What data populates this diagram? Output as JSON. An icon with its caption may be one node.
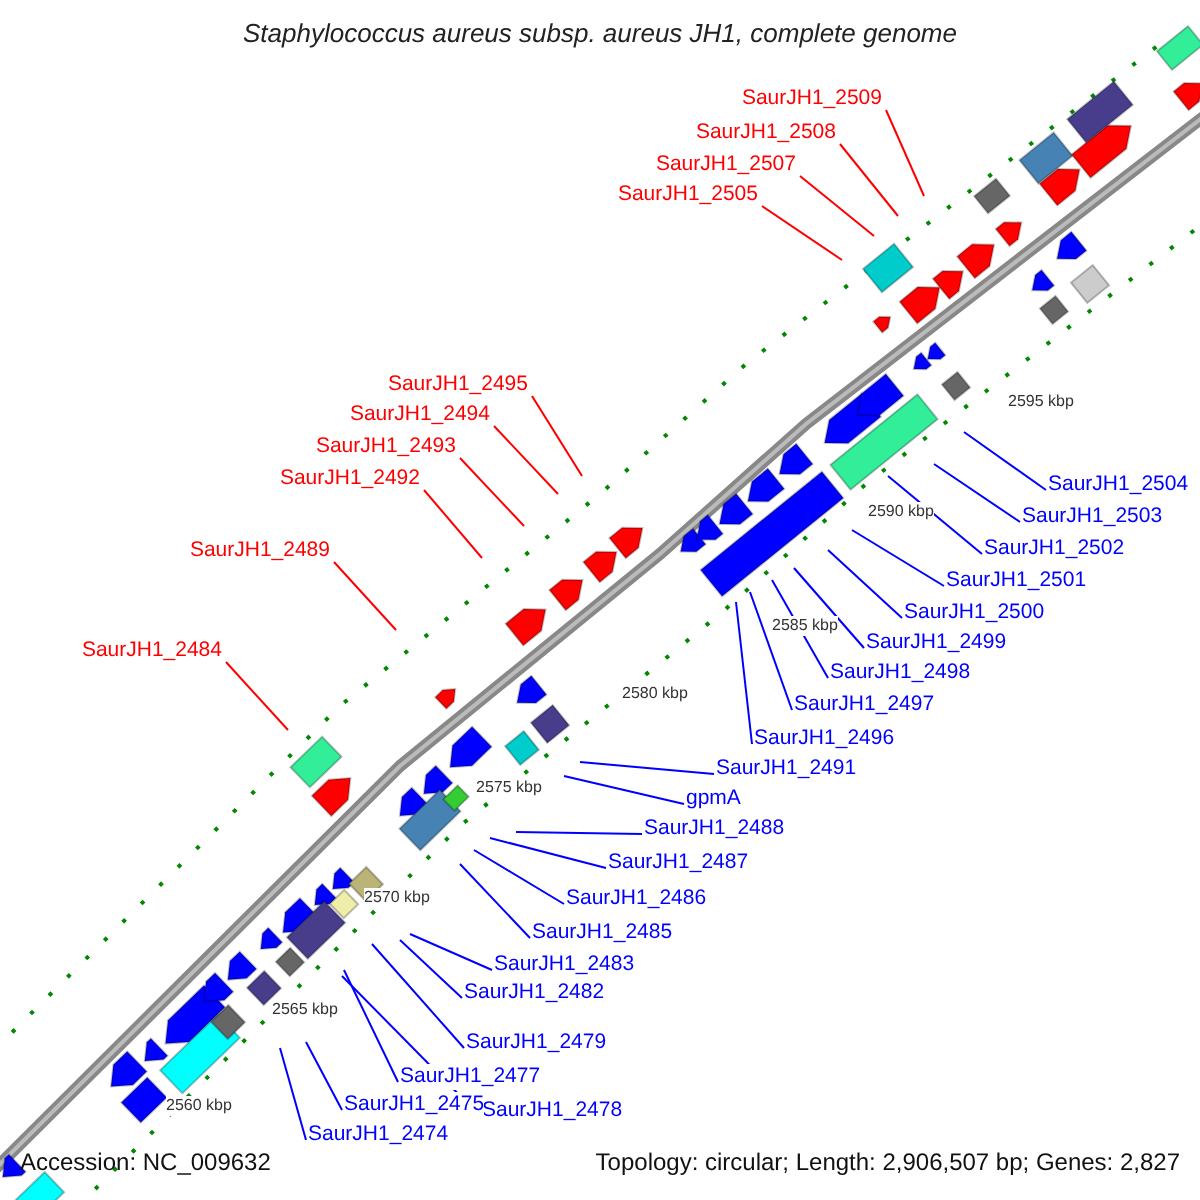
{
  "diagram": {
    "title": "Staphylococcus aureus subsp. aureus JH1, complete genome",
    "nodes": [
      {
        "text": [
          "SaurJH1_2509"
        ]
      },
      {
        "text": [
          "SaurJH1_2508"
        ]
      },
      {
        "text": [
          "SaurJH1_2507"
        ]
      },
      {
        "text": [
          "SaurJH1_2505"
        ]
      },
      {
        "text": [
          "SaurJH1_2495"
        ]
      },
      {
        "text": [
          "SaurJH1_2494"
        ]
      },
      {
        "text": [
          "SaurJH1_2493"
        ]
      },
      {
        "text": [
          "SaurJH1_2492"
        ]
      },
      {
        "text": [
          "SaurJH1_2489"
        ]
      },
      {
        "text": [
          "SaurJH1_2484"
        ]
      },
      {
        "text": [
          "SaurJH1_2504"
        ]
      },
      {
        "text": [
          "SaurJH1_2503"
        ]
      },
      {
        "text": [
          "SaurJH1_2502"
        ]
      },
      {
        "text": [
          "SaurJH1_2501"
        ]
      },
      {
        "text": [
          "SaurJH1_2500"
        ]
      },
      {
        "text": [
          "SaurJH1_2499"
        ]
      },
      {
        "text": [
          "SaurJH1_2498"
        ]
      },
      {
        "text": [
          "SaurJH1_2497"
        ]
      },
      {
        "text": [
          "SaurJH1_2496"
        ]
      },
      {
        "text": [
          "SaurJH1_2491"
        ]
      },
      {
        "text": [
          "gpmA"
        ]
      },
      {
        "text": [
          "SaurJH1_2488"
        ]
      },
      {
        "text": [
          "SaurJH1_2487"
        ]
      },
      {
        "text": [
          "SaurJH1_2486"
        ]
      },
      {
        "text": [
          "SaurJH1_2485"
        ]
      },
      {
        "text": [
          "SaurJH1_2483"
        ]
      },
      {
        "text": [
          "SaurJH1_2482"
        ]
      },
      {
        "text": [
          "SaurJH1_2479"
        ]
      },
      {
        "text": [
          "SaurJH1_2477"
        ]
      },
      {
        "text": [
          "SaurJH1_2478"
        ]
      },
      {
        "text": [
          "SaurJH1_2475"
        ]
      },
      {
        "text": [
          "SaurJH1_2474"
        ]
      }
    ],
    "edges": [
      {
        "from": 0,
        "to": null,
        "arrow": "none",
        "color": "#ff0000"
      },
      {
        "from": 1,
        "to": null,
        "arrow": "none",
        "color": "#ff0000"
      },
      {
        "from": 2,
        "to": null,
        "arrow": "none",
        "color": "#ff0000"
      },
      {
        "from": 3,
        "to": null,
        "arrow": "none",
        "color": "#ff0000"
      },
      {
        "from": 4,
        "to": null,
        "arrow": "none",
        "color": "#ff0000"
      },
      {
        "from": 5,
        "to": null,
        "arrow": "none",
        "color": "#ff0000"
      },
      {
        "from": 6,
        "to": null,
        "arrow": "none",
        "color": "#ff0000"
      },
      {
        "from": 7,
        "to": null,
        "arrow": "none",
        "color": "#ff0000"
      },
      {
        "from": 8,
        "to": null,
        "arrow": "none",
        "color": "#ff0000"
      },
      {
        "from": 9,
        "to": null,
        "arrow": "none",
        "color": "#ff0000"
      },
      {
        "from": 10,
        "to": null,
        "arrow": "none"
      },
      {
        "from": 11,
        "to": null,
        "arrow": "none"
      },
      {
        "from": 12,
        "to": null,
        "arrow": "none"
      },
      {
        "from": 13,
        "to": null,
        "arrow": "none"
      },
      {
        "from": 14,
        "to": null,
        "arrow": "none"
      },
      {
        "from": 15,
        "to": null,
        "arrow": "none"
      },
      {
        "from": 16,
        "to": null,
        "arrow": "none"
      },
      {
        "from": 17,
        "to": null,
        "arrow": "none"
      },
      {
        "from": 18,
        "to": null,
        "arrow": "none"
      },
      {
        "from": 19,
        "to": null,
        "arrow": "none"
      },
      {
        "from": 20,
        "to": null,
        "arrow": "none"
      },
      {
        "from": 21,
        "to": null,
        "arrow": "none"
      },
      {
        "from": 22,
        "to": null,
        "arrow": "none"
      },
      {
        "from": 23,
        "to": null,
        "arrow": "none"
      },
      {
        "from": 24,
        "to": null,
        "arrow": "none"
      },
      {
        "from": 25,
        "to": null,
        "arrow": "none"
      },
      {
        "from": 26,
        "to": null,
        "arrow": "none"
      },
      {
        "from": 27,
        "to": null,
        "arrow": "none"
      },
      {
        "from": 28,
        "to": null,
        "arrow": "none"
      },
      {
        "from": 29,
        "to": null,
        "arrow": "none"
      },
      {
        "from": 30,
        "to": null,
        "arrow": "none"
      },
      {
        "from": 31,
        "to": null,
        "arrow": "none"
      }
    ],
    "labels": [
      "2595 kbp",
      "2590 kbp",
      "2585 kbp",
      "2580 kbp",
      "2575 kbp",
      "2570 kbp",
      "2565 kbp",
      "2560 kbp",
      "Accession: NC_009632",
      "Topology: circular; Length: 2,906,507 bp; Genes: 2,827"
    ]
  }
}
